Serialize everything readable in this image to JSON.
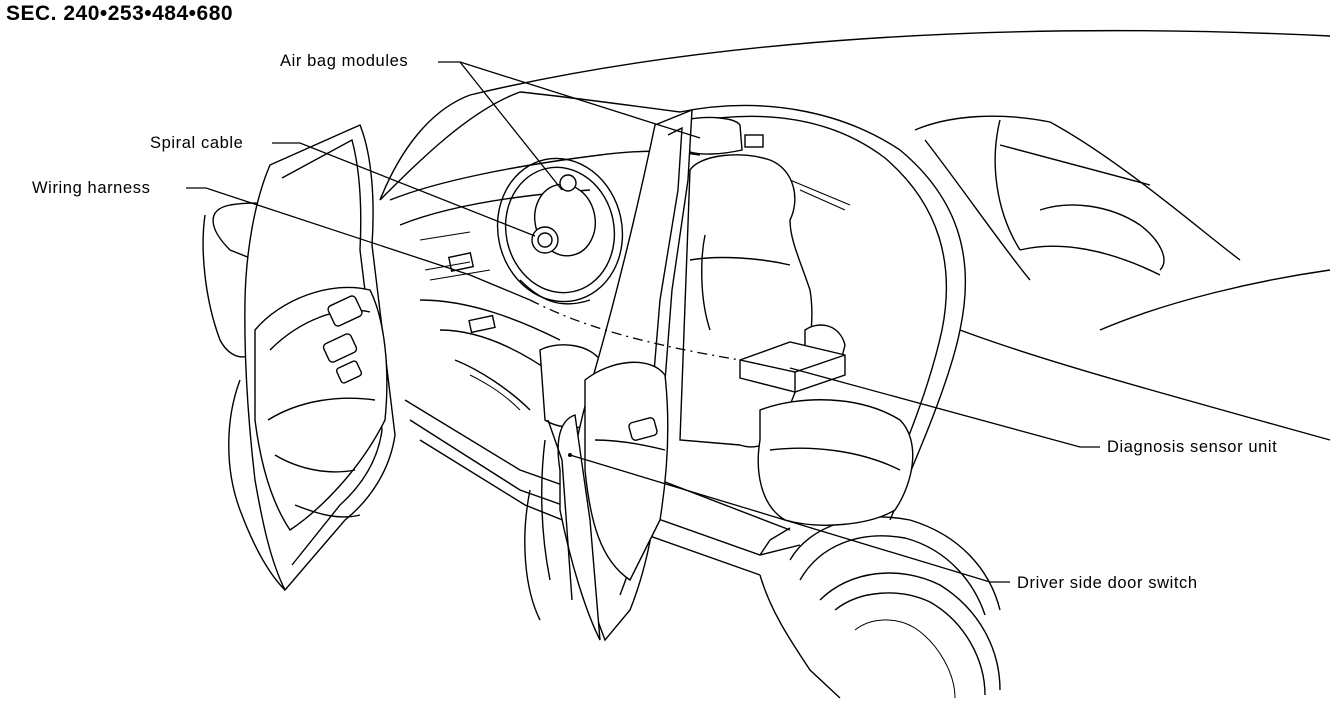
{
  "header": {
    "section_code": "SEC. 240•253•484•680"
  },
  "callouts": {
    "air_bag_modules": "Air bag modules",
    "spiral_cable": "Spiral cable",
    "wiring_harness": "Wiring harness",
    "diagnosis_sensor_unit": "Diagnosis sensor unit",
    "driver_side_door_switch": "Driver side door switch"
  }
}
